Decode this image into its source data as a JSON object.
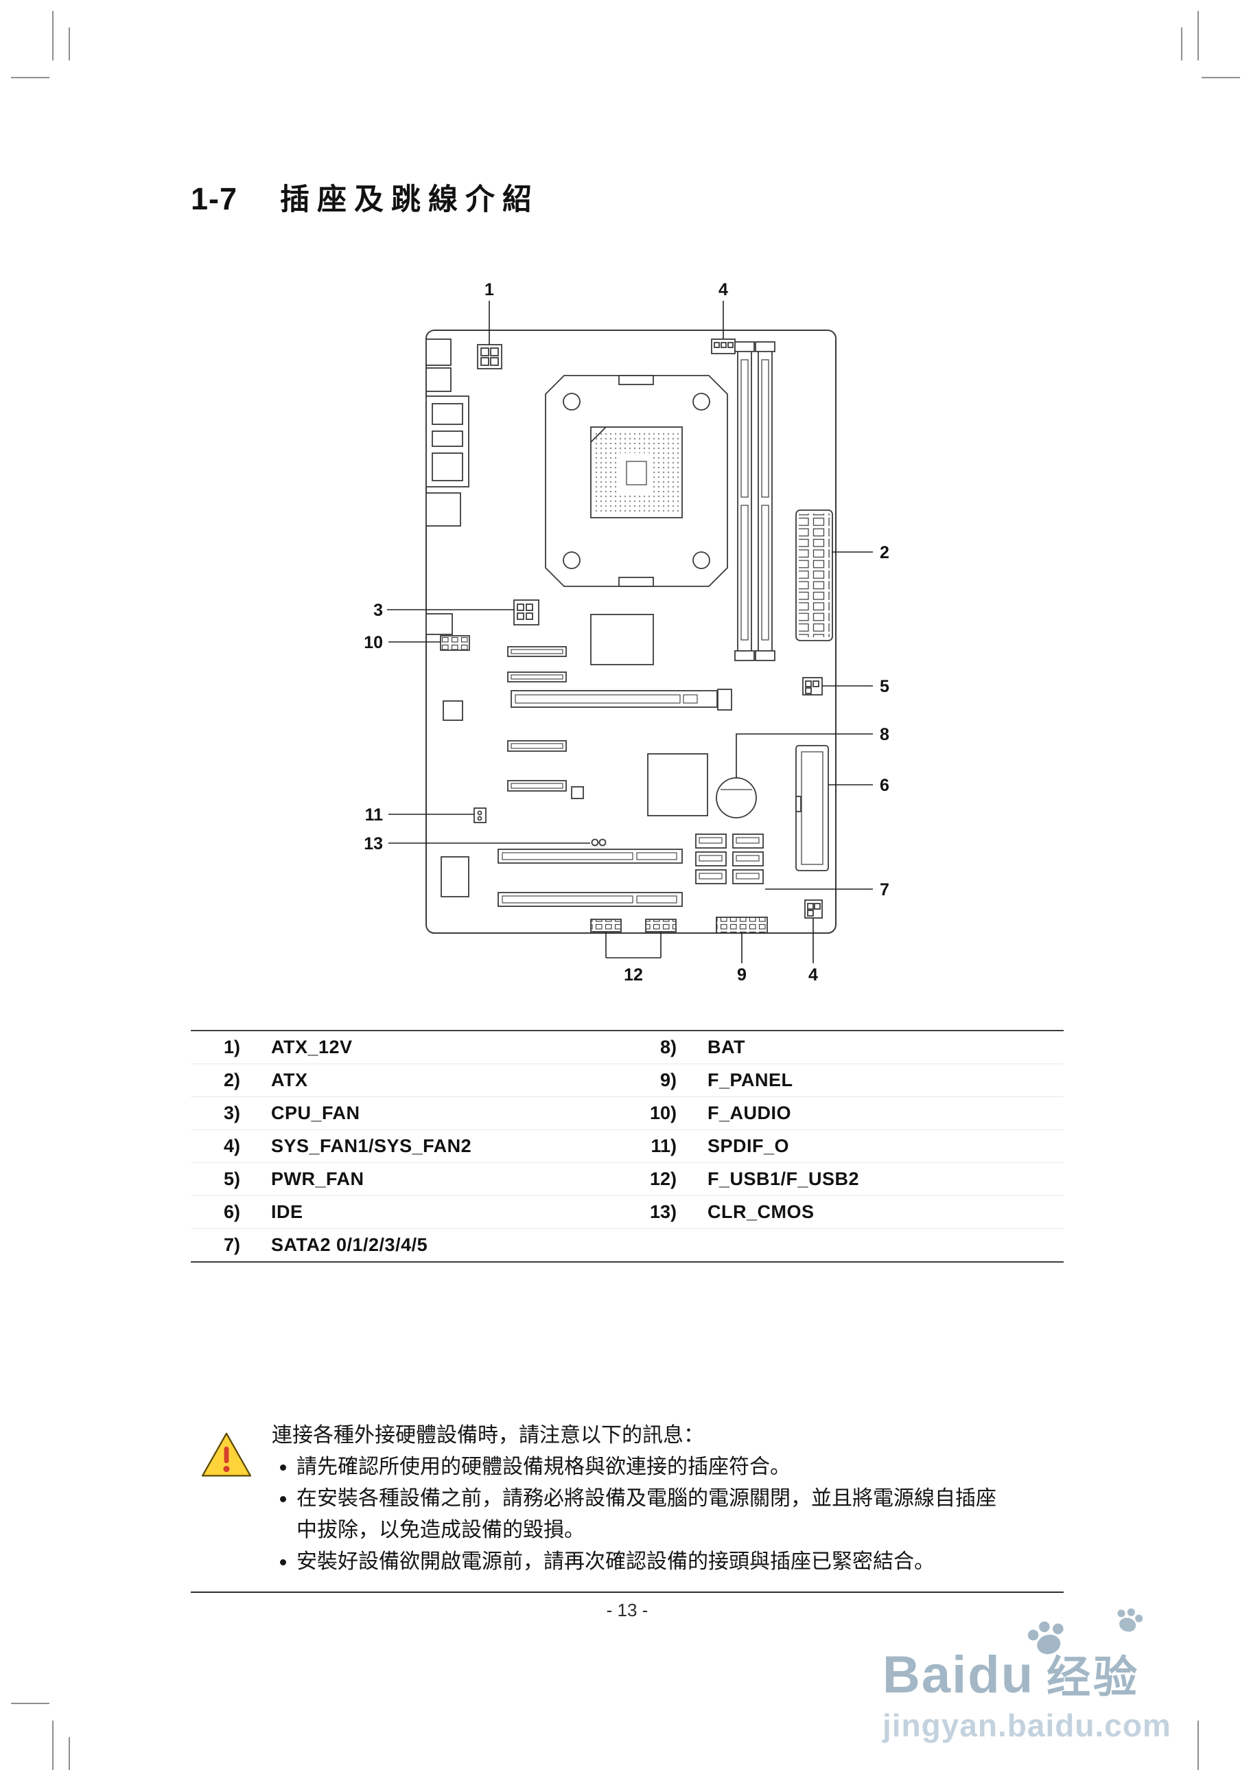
{
  "page": {
    "section_number": "1-7",
    "section_title": "插座及跳線介紹",
    "page_number": "- 13 -"
  },
  "diagram": {
    "callouts": {
      "atx_12v": "1",
      "sys_fan1": "4",
      "atx": "2",
      "cpu_fan": "3",
      "f_audio": "10",
      "pwr_fan": "5",
      "bat": "8",
      "ide": "6",
      "spdif_o": "11",
      "clr_cmos": "13",
      "sata": "7",
      "f_usb": "12",
      "f_panel": "9",
      "sys_fan2": "4"
    }
  },
  "table": {
    "left": [
      {
        "num": "1)",
        "label": "ATX_12V"
      },
      {
        "num": "2)",
        "label": "ATX"
      },
      {
        "num": "3)",
        "label": "CPU_FAN"
      },
      {
        "num": "4)",
        "label": "SYS_FAN1/SYS_FAN2"
      },
      {
        "num": "5)",
        "label": "PWR_FAN"
      },
      {
        "num": "6)",
        "label": "IDE"
      },
      {
        "num": "7)",
        "label": "SATA2 0/1/2/3/4/5"
      }
    ],
    "right": [
      {
        "num": "8)",
        "label": "BAT"
      },
      {
        "num": "9)",
        "label": "F_PANEL"
      },
      {
        "num": "10)",
        "label": "F_AUDIO"
      },
      {
        "num": "11)",
        "label": "SPDIF_O"
      },
      {
        "num": "12)",
        "label": "F_USB1/F_USB2"
      },
      {
        "num": "13)",
        "label": "CLR_CMOS"
      }
    ]
  },
  "warning": {
    "intro": "連接各種外接硬體設備時，請注意以下的訊息：",
    "bullets": [
      "請先確認所使用的硬體設備規格與欲連接的插座符合。",
      "在安裝各種設備之前，請務必將設備及電腦的電源關閉，並且將電源線自插座中拔除，以免造成設備的毀損。",
      "安裝好設備欲開啟電源前，請再次確認設備的接頭與插座已緊密結合。"
    ]
  },
  "watermark": {
    "brand": "Baidu",
    "badge": "经验",
    "url": "jingyan.baidu.com"
  }
}
